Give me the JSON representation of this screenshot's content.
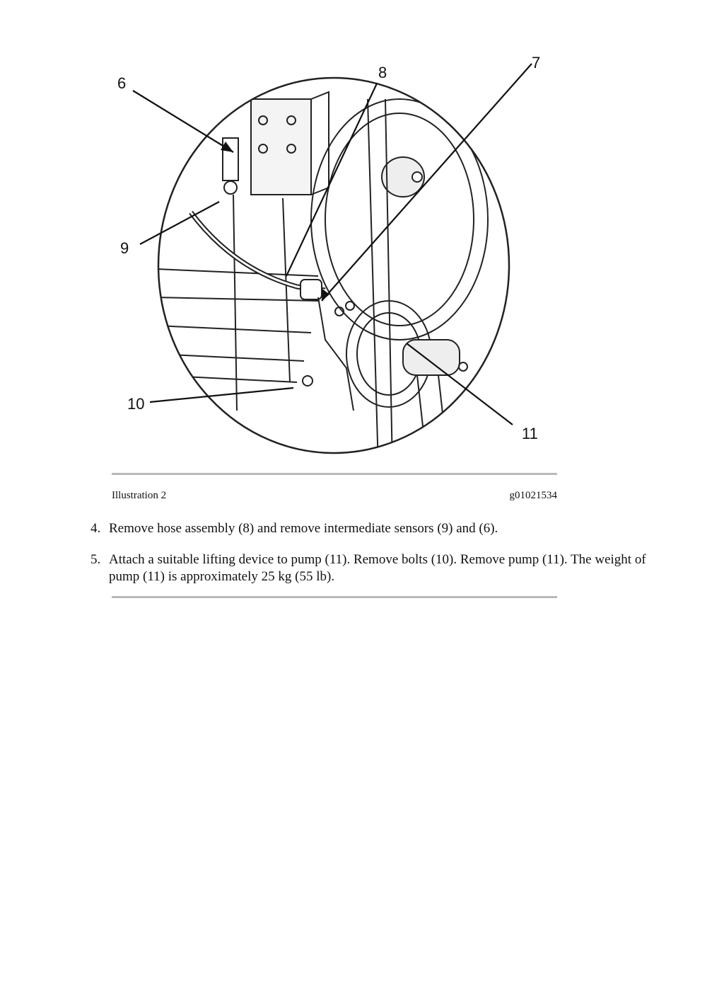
{
  "figure": {
    "callouts": [
      "6",
      "8",
      "7",
      "9",
      "10",
      "11"
    ]
  },
  "caption": {
    "label": "Illustration 2",
    "code": "g01021534"
  },
  "steps": [
    {
      "number": "4.",
      "text": "Remove hose assembly (8) and remove intermediate sensors (9) and (6)."
    },
    {
      "number": "5.",
      "text": "Attach a suitable lifting device to pump (11). Remove bolts (10). Remove pump (11). The weight of pump (11) is approximately 25 kg (55 lb)."
    }
  ]
}
